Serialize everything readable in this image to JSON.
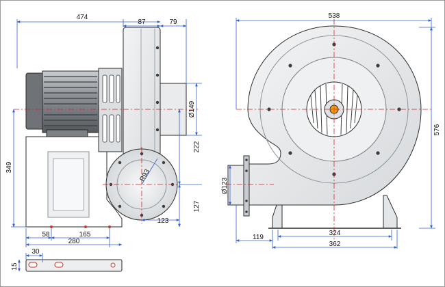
{
  "drawing": {
    "colors": {
      "dimension_line": "#2f5fd0",
      "center_line": "#d21e1e",
      "text": "#111111",
      "metal_light": "#e6e8ea",
      "metal_dark": "#6b6f73"
    },
    "side_view": {
      "dimensions": {
        "overall_length": "474",
        "fan_width": "87",
        "outlet_length": "79",
        "outlet_diameter": "Ø149",
        "height_to_outlet_center": "222",
        "outlet_center_height": "127",
        "inlet_radius": "R93",
        "flange_width": "123",
        "overall_height": "349",
        "base_hole_offset": "58",
        "base_hole_spacing": "165",
        "base_length": "280"
      }
    },
    "front_view": {
      "dimensions": {
        "housing_width": "538",
        "housing_height": "576",
        "outlet_diameter": "Ø123",
        "outlet_offset": "119",
        "foot_spacing": "324",
        "foot_width": "362"
      }
    },
    "base_detail": {
      "dimensions": {
        "slot_length": "30",
        "plate_thickness": "15"
      }
    }
  }
}
